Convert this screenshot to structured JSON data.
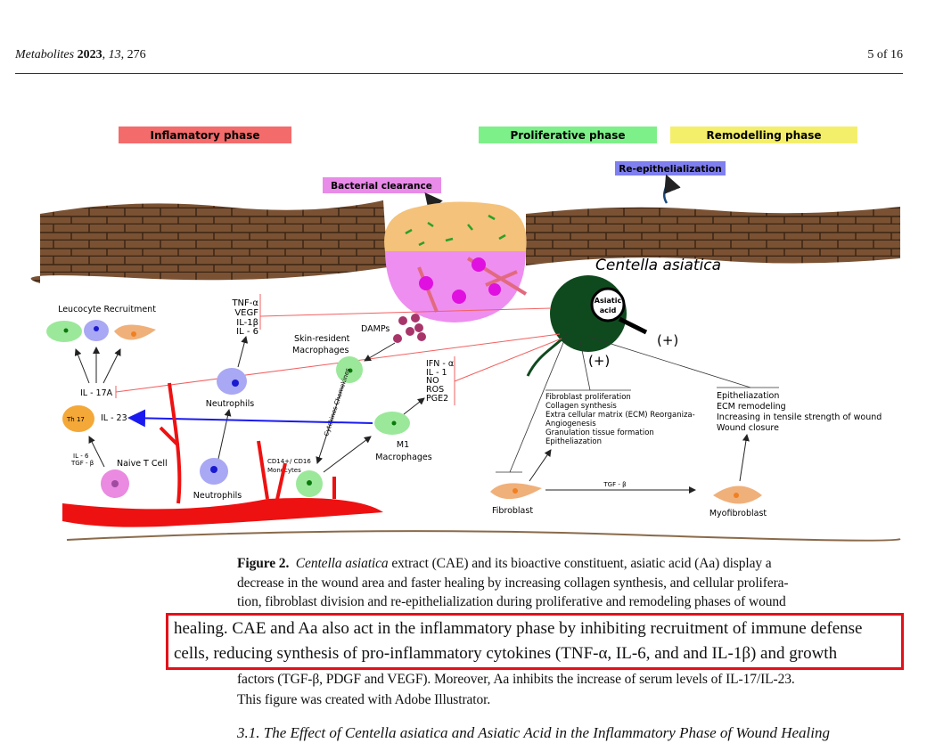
{
  "header": {
    "journal": "Metabolites",
    "year": "2023",
    "volume": "13",
    "article": "276",
    "page": "5 of 16"
  },
  "figure": {
    "phases": {
      "inflammatory": "Inflamatory phase",
      "proliferative": "Proliferative phase",
      "remodelling": "Remodelling phase"
    },
    "colors": {
      "inflammatory": "#f46b6b",
      "proliferative": "#7ef08a",
      "remodelling": "#f4ef6a",
      "re_epi": "#7f7ff0",
      "bacterial": "#e98be9",
      "skin": "#7a5233",
      "leaf": "#0f4a1e",
      "vessel": "#ee1111",
      "il23_arrow": "#1a1af0"
    },
    "labels": {
      "re_epi": "Re-epithelialization",
      "bacterial": "Bacterial clearance",
      "plant": "Centella asiatica",
      "asiatic1": "Asiatic",
      "asiatic2": "acid",
      "leucocyte": "Leucocyte Recruitment",
      "cytokines": [
        "TNF-α",
        "VEGF",
        "IL-1β",
        "IL - 6"
      ],
      "damps": "DAMPs",
      "skin_mac1": "Skin-resident",
      "skin_mac2": "Macrophages",
      "m1_mediators": [
        "IFN - α",
        "IL - 1",
        "NO",
        "ROS",
        "PGE2"
      ],
      "il17a": "IL - 17A",
      "il23": "IL - 23",
      "th17": "Th 17",
      "il6tgf1": "IL - 6",
      "il6tgf2": "TGF - β",
      "naive": "Naive T Cell",
      "neutrophils_top": "Neutrophils",
      "neutrophils_bottom": "Neutrophils",
      "monocytes1": "CD14+/ CD16",
      "monocytes2": "Monocytes",
      "cyto_chemo": "Cytokines  Chemokines",
      "m1a": "M1",
      "m1b": "Macrophages",
      "plus1": "(+)",
      "plus2": "(+)",
      "prolif_list": [
        "Fibroblast proliferation",
        "Collagen synthesis",
        "Extra cellular matrix (ECM) Reorganiza-",
        "Angiogenesis",
        "Granulation tissue formation",
        "Epitheliazation"
      ],
      "remod_list": [
        "Epitheliazation",
        "ECM remodeling",
        "Increasing in tensile strength of wound",
        "Wound closure"
      ],
      "fibroblast": "Fibroblast",
      "tgf": "TGF - β",
      "myofibroblast": "Myofibroblast"
    }
  },
  "caption": {
    "label": "Figure 2.",
    "l1_italic": "Centella asiatica",
    "l1_rest": " extract (CAE) and its bioactive constituent, asiatic acid (Aa) display a",
    "l2": "decrease in the wound area and faster healing by increasing collagen synthesis, and cellular prolifera-",
    "l3": "tion, fibroblast division and re-epithelialization during proliferative and remodeling phases of wound",
    "l6": "factors (TGF-β, PDGF and VEGF). Moreover, Aa inhibits the increase of serum levels of IL-17/IL-23.",
    "l7": "This figure was created with Adobe Illustrator."
  },
  "highlight": {
    "line1": "healing. CAE and Aa also act in the inflammatory phase by inhibiting recruitment of immune defense",
    "line2": "cells, reducing synthesis of pro-inflammatory cytokines (TNF-α, IL-6, and and IL-1β) and growth",
    "border_color": "#e3101a"
  },
  "section": {
    "heading": "3.1. The Effect of Centella asiatica and Asiatic Acid in the Inflammatory Phase of Wound Healing"
  }
}
